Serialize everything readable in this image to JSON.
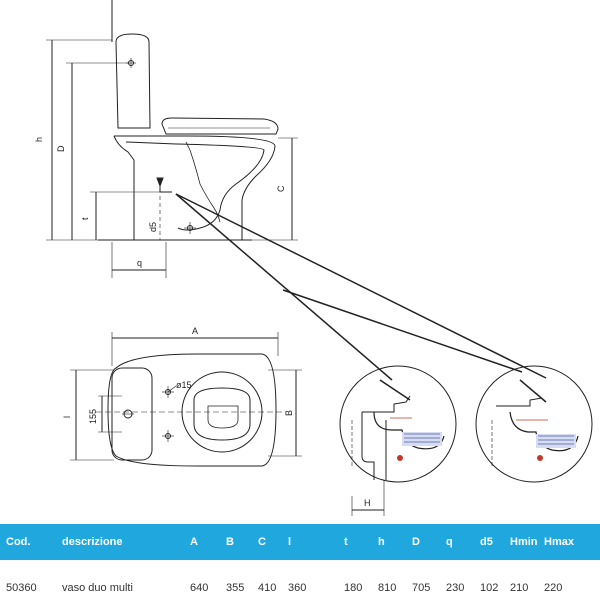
{
  "drawing": {
    "side_view_labels": {
      "h": "h",
      "D": "D",
      "t": "t",
      "C": "C",
      "q": "q",
      "d5": "d5"
    },
    "top_view_labels": {
      "A": "A",
      "l": "l",
      "B": "B",
      "dim155": "155",
      "phi15": "ø15"
    },
    "detail_label": "H"
  },
  "table": {
    "headers": [
      "Cod.",
      "descrizione",
      "A",
      "B",
      "C",
      "l",
      "t",
      "h",
      "D",
      "q",
      "d5",
      "Hmin",
      "Hmax"
    ],
    "rows": [
      [
        "50360",
        "vaso duo multi",
        "640",
        "355",
        "410",
        "360",
        "180",
        "810",
        "705",
        "230",
        "102",
        "210",
        "220"
      ]
    ],
    "header_color": "#20a8de"
  }
}
